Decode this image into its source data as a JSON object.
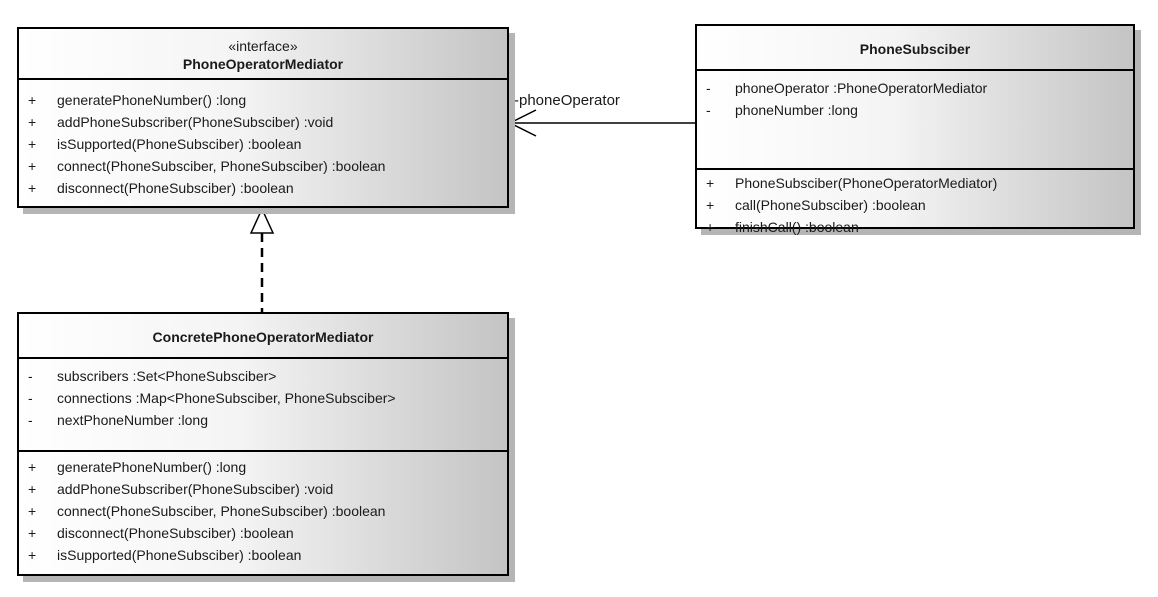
{
  "interface": {
    "stereotype": "«interface»",
    "name": "PhoneOperatorMediator",
    "operations": [
      {
        "vis": "+",
        "text": "generatePhoneNumber() :long"
      },
      {
        "vis": "+",
        "text": "addPhoneSubscriber(PhoneSubsciber) :void"
      },
      {
        "vis": "+",
        "text": "isSupported(PhoneSubsciber) :boolean"
      },
      {
        "vis": "+",
        "text": "connect(PhoneSubsciber, PhoneSubsciber) :boolean"
      },
      {
        "vis": "+",
        "text": "disconnect(PhoneSubsciber) :boolean"
      }
    ]
  },
  "subscriber": {
    "name": "PhoneSubsciber",
    "attributes": [
      {
        "vis": "-",
        "text": "phoneOperator :PhoneOperatorMediator"
      },
      {
        "vis": "-",
        "text": "phoneNumber :long"
      }
    ],
    "operations": [
      {
        "vis": "+",
        "text": "PhoneSubsciber(PhoneOperatorMediator)"
      },
      {
        "vis": "+",
        "text": "call(PhoneSubsciber) :boolean"
      },
      {
        "vis": "+",
        "text": "finishCall() :boolean"
      }
    ]
  },
  "concrete": {
    "name": "ConcretePhoneOperatorMediator",
    "attributes": [
      {
        "vis": "-",
        "text": "subscribers :Set<PhoneSubsciber>"
      },
      {
        "vis": "-",
        "text": "connections :Map<PhoneSubsciber, PhoneSubsciber>"
      },
      {
        "vis": "-",
        "text": "nextPhoneNumber :long"
      }
    ],
    "operations": [
      {
        "vis": "+",
        "text": "generatePhoneNumber() :long"
      },
      {
        "vis": "+",
        "text": "addPhoneSubscriber(PhoneSubsciber) :void"
      },
      {
        "vis": "+",
        "text": "connect(PhoneSubsciber, PhoneSubsciber) :boolean"
      },
      {
        "vis": "+",
        "text": "disconnect(PhoneSubsciber) :boolean"
      },
      {
        "vis": "+",
        "text": "isSupported(PhoneSubsciber) :boolean"
      }
    ]
  },
  "association": {
    "role_label": "-phoneOperator"
  }
}
